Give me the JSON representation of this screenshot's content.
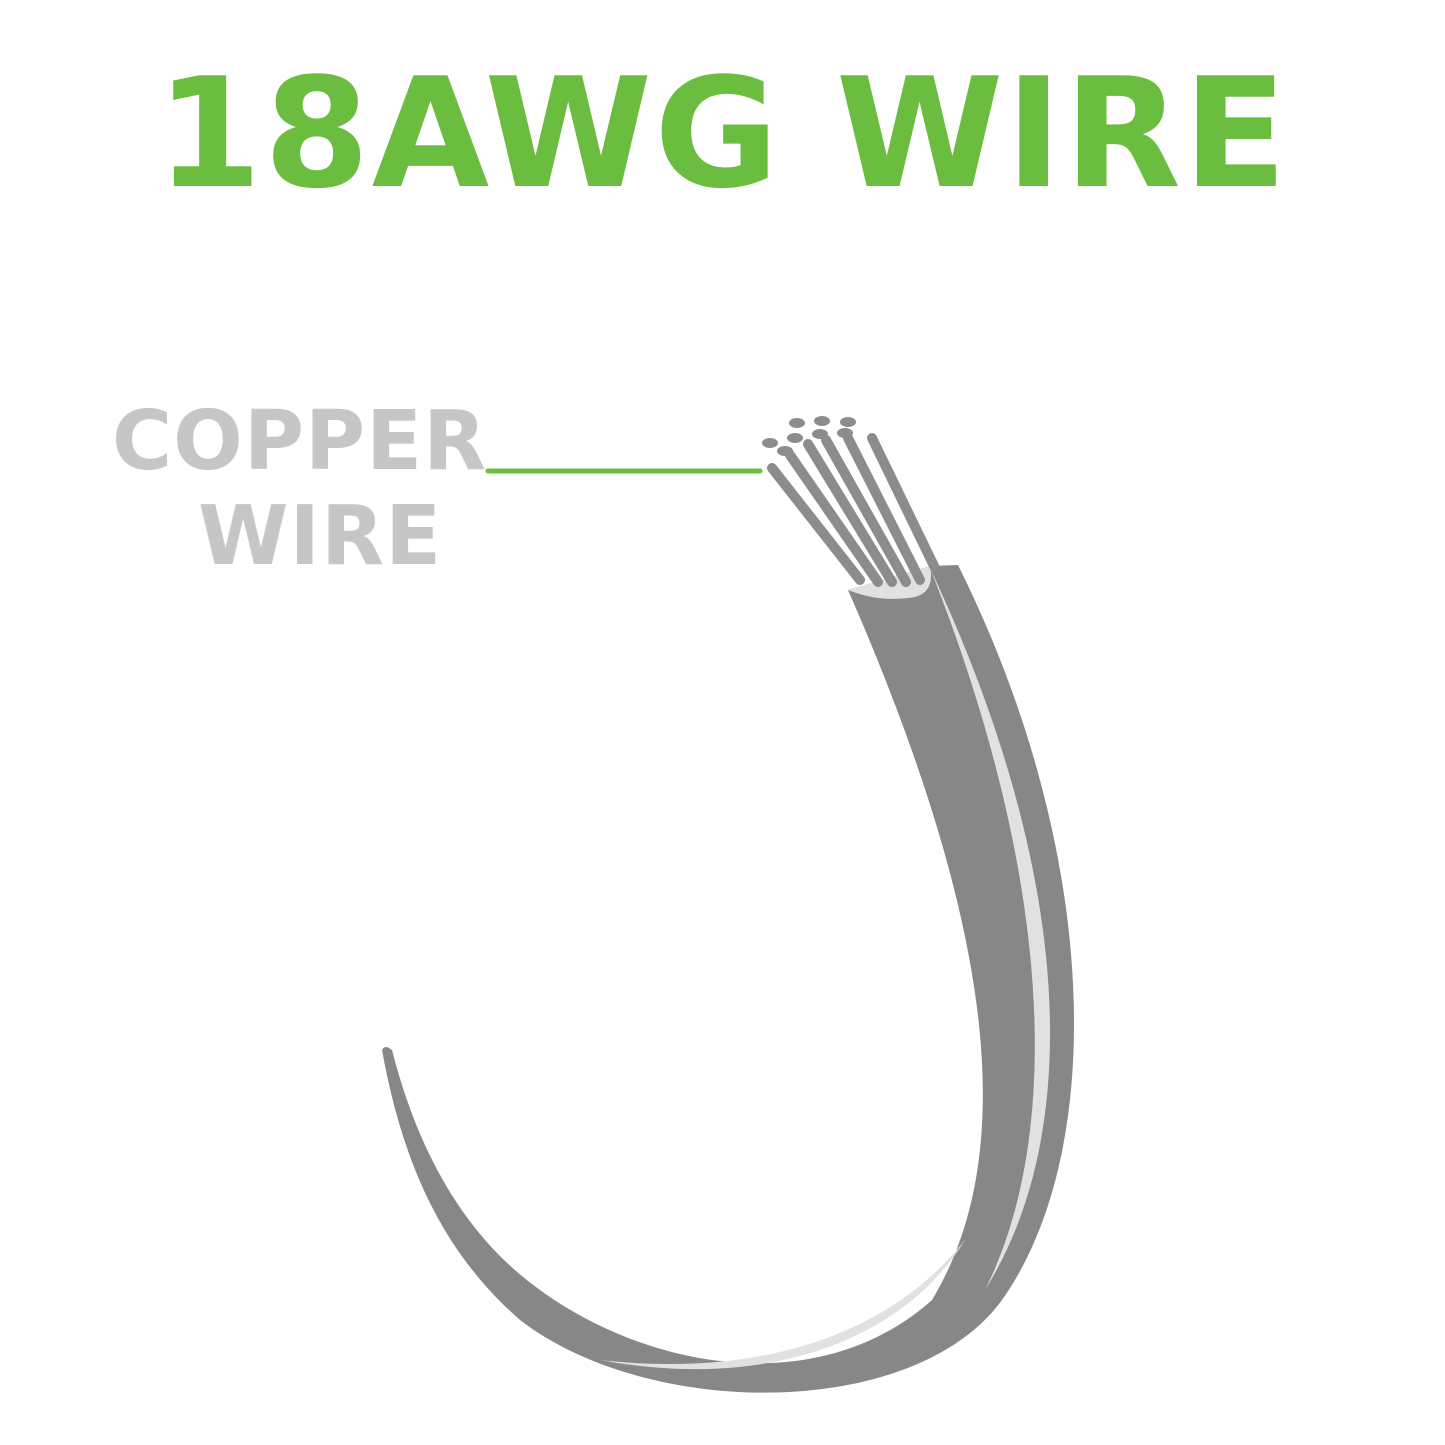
{
  "title": "18AWG WIRE",
  "callout": {
    "line1": "COPPER",
    "line2": "WIRE"
  },
  "colors": {
    "title": "#6bbd3f",
    "callout_text": "#c6c6c6",
    "leader_line": "#6bbd3f",
    "insulation": "#878787",
    "highlight": "#e1e1e1",
    "strands": "#8c8c8c",
    "background": "#ffffff"
  },
  "icons": {
    "wire": "insulated-wire-illustration",
    "strands": "copper-strands"
  }
}
